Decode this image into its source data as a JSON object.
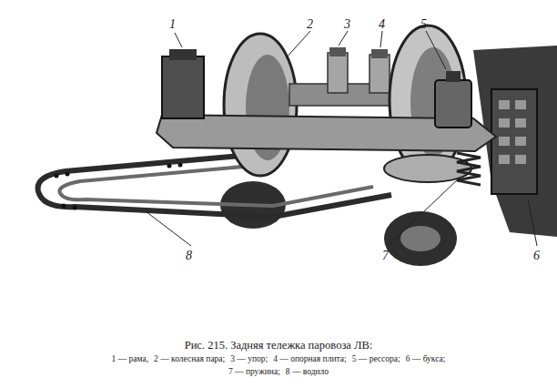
{
  "diagram": {
    "caption": "Рис. 215. Задняя тележка паровоза ЛВ:",
    "labels": [
      "1",
      "2",
      "3",
      "4",
      "5",
      "6",
      "7",
      "8",
      "1 — рама,",
      "2 — колесная пара;",
      "3 — упор;",
      "4 — опорная плита;",
      "5 — рессора;",
      "6 — букса;",
      "7 — пружина;",
      "8 — водило"
    ]
  }
}
